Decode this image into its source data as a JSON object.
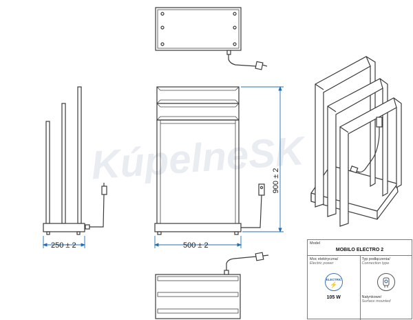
{
  "watermark": "KúpelneSK",
  "dimensions": {
    "depth": "250 ± 2",
    "width": "500 ± 2",
    "height": "900 ± 2"
  },
  "title_block": {
    "model_label": "Model",
    "model_name": "MOBILO ELECTRO 2",
    "power_label_pl": "Moc elektryczna/",
    "power_label_en": "Electric power",
    "power_badge_text": "ELECTRIC",
    "power_value": "105 W",
    "connection_label_pl": "Typ podłączenia/",
    "connection_label_en": "Connection type",
    "mount_label_pl": "Natynkowe/",
    "mount_label_en": "Surface mounted"
  }
}
